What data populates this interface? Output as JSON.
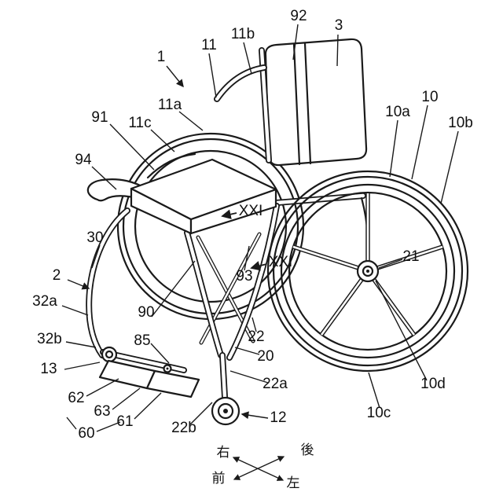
{
  "colors": {
    "line": "#1a1a1a",
    "background": "#ffffff"
  },
  "section_marker": "XXI",
  "labels": {
    "n1": "1",
    "n2": "2",
    "n3": "3",
    "n10": "10",
    "n10a": "10a",
    "n10b": "10b",
    "n10c": "10c",
    "n10d": "10d",
    "n11": "11",
    "n11a": "11a",
    "n11b": "11b",
    "n11c": "11c",
    "n12": "12",
    "n13": "13",
    "n20": "20",
    "n21": "21",
    "n22": "22",
    "n22a": "22a",
    "n22b": "22b",
    "n30": "30",
    "n32a": "32a",
    "n32b": "32b",
    "n60": "60",
    "n61": "61",
    "n62": "62",
    "n63": "63",
    "n85": "85",
    "n90": "90",
    "n91": "91",
    "n92": "92",
    "n93": "93",
    "n94": "94"
  },
  "compass": {
    "right": "右",
    "rear": "後",
    "front": "前",
    "left": "左"
  }
}
